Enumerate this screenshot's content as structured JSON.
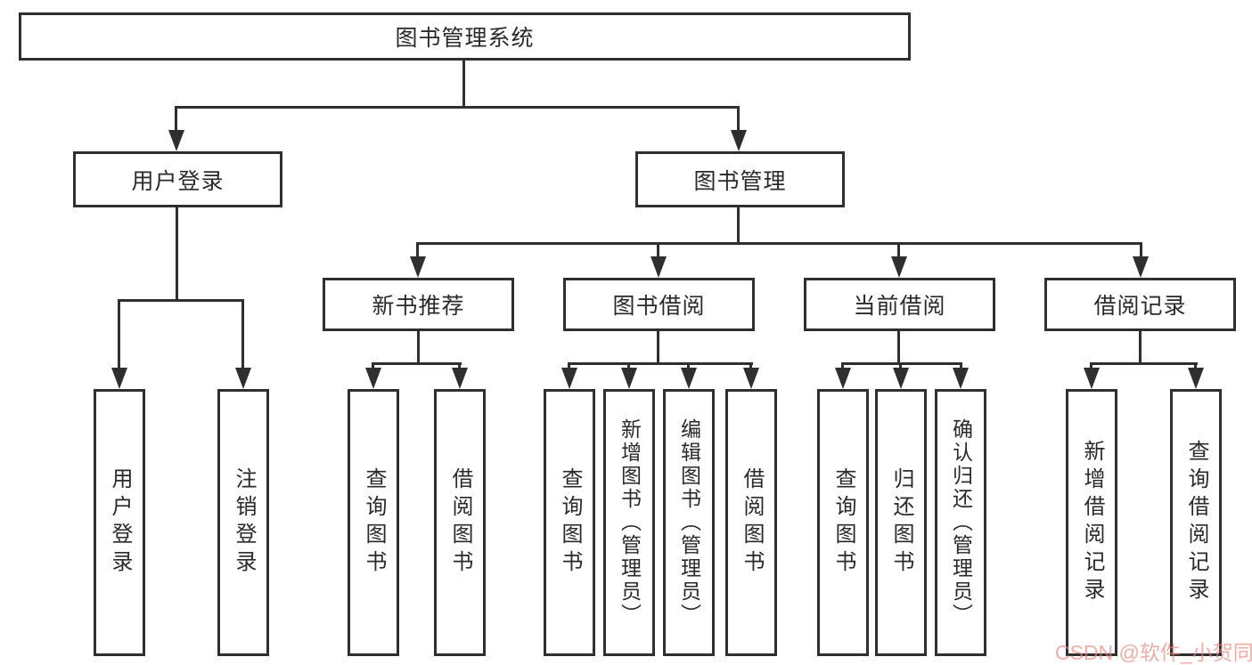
{
  "nodes": {
    "root": "图书管理系统",
    "user_login": "用户登录",
    "book_mgmt": "图书管理",
    "new_books": "新书推荐",
    "book_borrow": "图书借阅",
    "current_borrow": "当前借阅",
    "borrow_records": "借阅记录",
    "leaf_user_login": "用户登录",
    "leaf_logout": "注销登录",
    "leaf_nb_query": "查询图书",
    "leaf_nb_borrow": "借阅图书",
    "leaf_bb_query": "查询图书",
    "leaf_bb_add": "新增图书（管理员）",
    "leaf_bb_edit": "编辑图书（管理员）",
    "leaf_bb_borrow": "借阅图书",
    "leaf_cb_query": "查询图书",
    "leaf_cb_return": "归还图书",
    "leaf_cb_confirm": "确认归还（管理员）",
    "leaf_rec_add": "新增借阅记录",
    "leaf_rec_query": "查询借阅记录"
  },
  "hierarchy": {
    "图书管理系统": {
      "用户登录": [
        "用户登录",
        "注销登录"
      ],
      "图书管理": {
        "新书推荐": [
          "查询图书",
          "借阅图书"
        ],
        "图书借阅": [
          "查询图书",
          "新增图书（管理员）",
          "编辑图书（管理员）",
          "借阅图书"
        ],
        "当前借阅": [
          "查询图书",
          "归还图书",
          "确认归还（管理员）"
        ],
        "借阅记录": [
          "新增借阅记录",
          "查询借阅记录"
        ]
      }
    }
  },
  "watermark": "CSDN @软件_小贺同学",
  "colors": {
    "line": "#2F2F2F",
    "text": "#2A2A2A",
    "background": "#FFFFFF",
    "watermark": "#E9847C"
  }
}
